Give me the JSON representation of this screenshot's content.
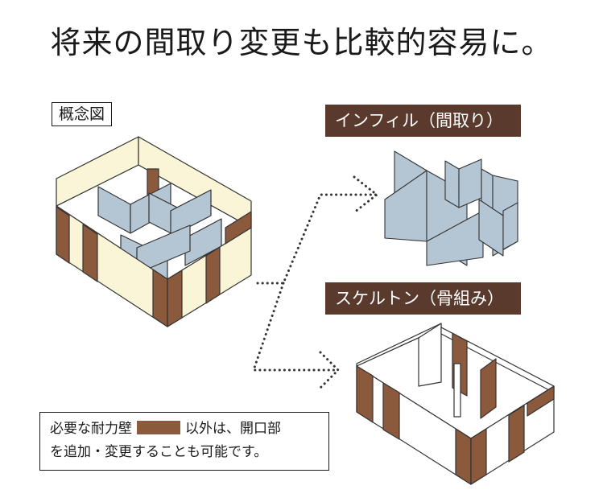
{
  "headline": "将来の間取り変更も比較的容易に。",
  "concept_label": "概念図",
  "infill_label": "インフィル（間取り）",
  "skeleton_label": "スケルトン（骨組み）",
  "note": {
    "line1_before": "必要な耐力壁",
    "line1_after": "以外は、開口部",
    "line2": "を追加・変更することも可能です。"
  },
  "colors": {
    "tag_bg": "#5a3a2c",
    "bearing_wall": "#8b5a3c",
    "cream_wall": "#fbf5d8",
    "infill_panel": "#b4c6d4",
    "skeleton_wall": "#ffffff"
  },
  "icons": [
    "dotted-arrow-icon"
  ]
}
